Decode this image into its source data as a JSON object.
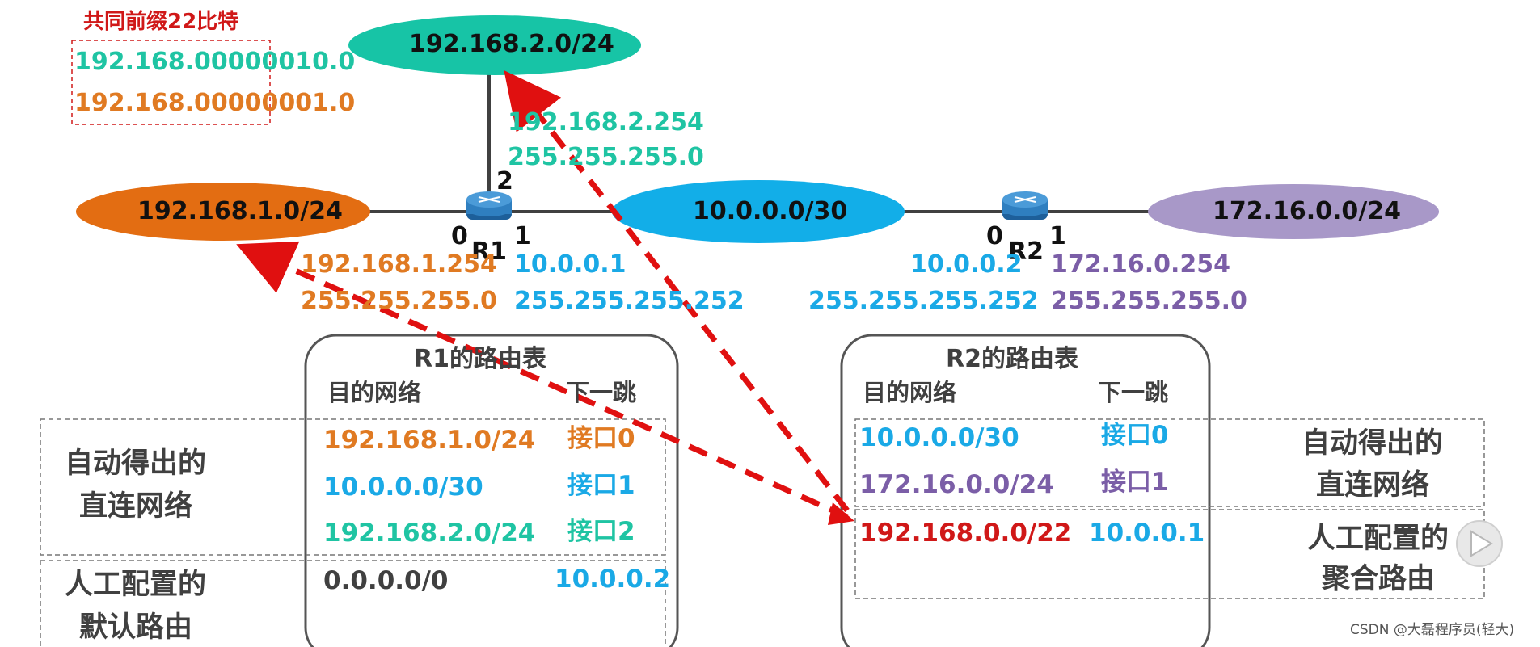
{
  "note": {
    "title": "共同前缀22比特",
    "line1_a": "192.168.000000",
    "line1_b": "10.0",
    "line2_a": "192.168.000000",
    "line2_b": "01.0"
  },
  "networks": {
    "left": "192.168.1.0/24",
    "top": "192.168.2.0/24",
    "middle": "10.0.0.0/30",
    "right": "172.16.0.0/24"
  },
  "routers": {
    "r1": {
      "name": "R1",
      "p0": "0",
      "p1": "1",
      "p2": "2"
    },
    "r2": {
      "name": "R2",
      "p0": "0",
      "p1": "1"
    }
  },
  "interfaces": {
    "r1_p2_ip": "192.168.2.254",
    "r1_p2_mask": "255.255.255.0",
    "r1_p0_ip": "192.168.1.254",
    "r1_p0_mask": "255.255.255.0",
    "r1_p1_ip": "10.0.0.1",
    "r1_p1_mask": "255.255.255.252",
    "r2_p0_ip": "10.0.0.2",
    "r2_p0_mask": "255.255.255.252",
    "r2_p1_ip": "172.16.0.254",
    "r2_p1_mask": "255.255.255.0"
  },
  "r1_table": {
    "title": "R1的路由表",
    "col_dest": "目的网络",
    "col_hop": "下一跳",
    "rows": [
      {
        "dest": "192.168.1.0/24",
        "hop": "接口0"
      },
      {
        "dest": "10.0.0.0/30",
        "hop": "接口1"
      },
      {
        "dest": "192.168.2.0/24",
        "hop": "接口2"
      },
      {
        "dest": "0.0.0.0/0",
        "hop": "10.0.0.2"
      }
    ]
  },
  "r2_table": {
    "title": "R2的路由表",
    "col_dest": "目的网络",
    "col_hop": "下一跳",
    "rows": [
      {
        "dest": "10.0.0.0/30",
        "hop": "接口0"
      },
      {
        "dest": "172.16.0.0/24",
        "hop": "接口1"
      },
      {
        "dest": "192.168.0.0/22",
        "hop": "10.0.0.1"
      }
    ]
  },
  "labels": {
    "left_direct_1": "自动得出的",
    "left_direct_2": "直连网络",
    "left_default_1": "人工配置的",
    "left_default_2": "默认路由",
    "right_direct_1": "自动得出的",
    "right_direct_2": "直连网络",
    "right_agg_1": "人工配置的",
    "right_agg_2": "聚合路由"
  },
  "watermark": "CSDN @大磊程序员(轻大)",
  "colors": {
    "teal": "#1fc4a3",
    "orange": "#e07a22",
    "blue": "#1aa9e6",
    "purple": "#7b5ea7",
    "red": "#d01818",
    "router": "#2f7fc0"
  }
}
